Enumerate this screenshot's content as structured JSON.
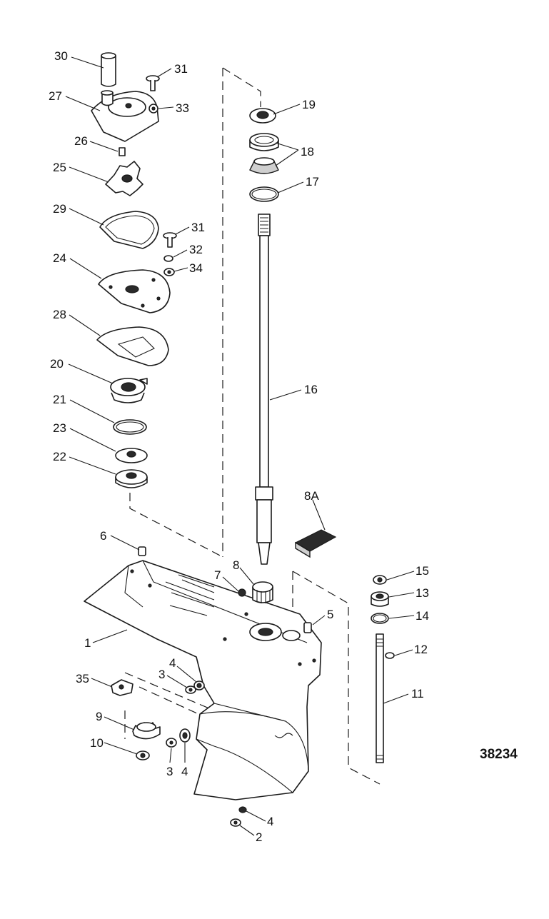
{
  "reference_number": "38234",
  "callouts": {
    "c1": "1",
    "c2": "2",
    "c3a": "3",
    "c3b": "3",
    "c4a": "4",
    "c4b": "4",
    "c4c": "4",
    "c5": "5",
    "c6": "6",
    "c7": "7",
    "c8": "8",
    "c8a": "8A",
    "c9": "9",
    "c10": "10",
    "c11": "11",
    "c12": "12",
    "c13": "13",
    "c14": "14",
    "c15": "15",
    "c16": "16",
    "c17": "17",
    "c18": "18",
    "c19": "19",
    "c20": "20",
    "c21": "21",
    "c22": "22",
    "c23": "23",
    "c24": "24",
    "c25": "25",
    "c26": "26",
    "c27": "27",
    "c28": "28",
    "c29": "29",
    "c30": "30",
    "c31a": "31",
    "c31b": "31",
    "c32": "32",
    "c33": "33",
    "c34": "34",
    "c35": "35"
  }
}
